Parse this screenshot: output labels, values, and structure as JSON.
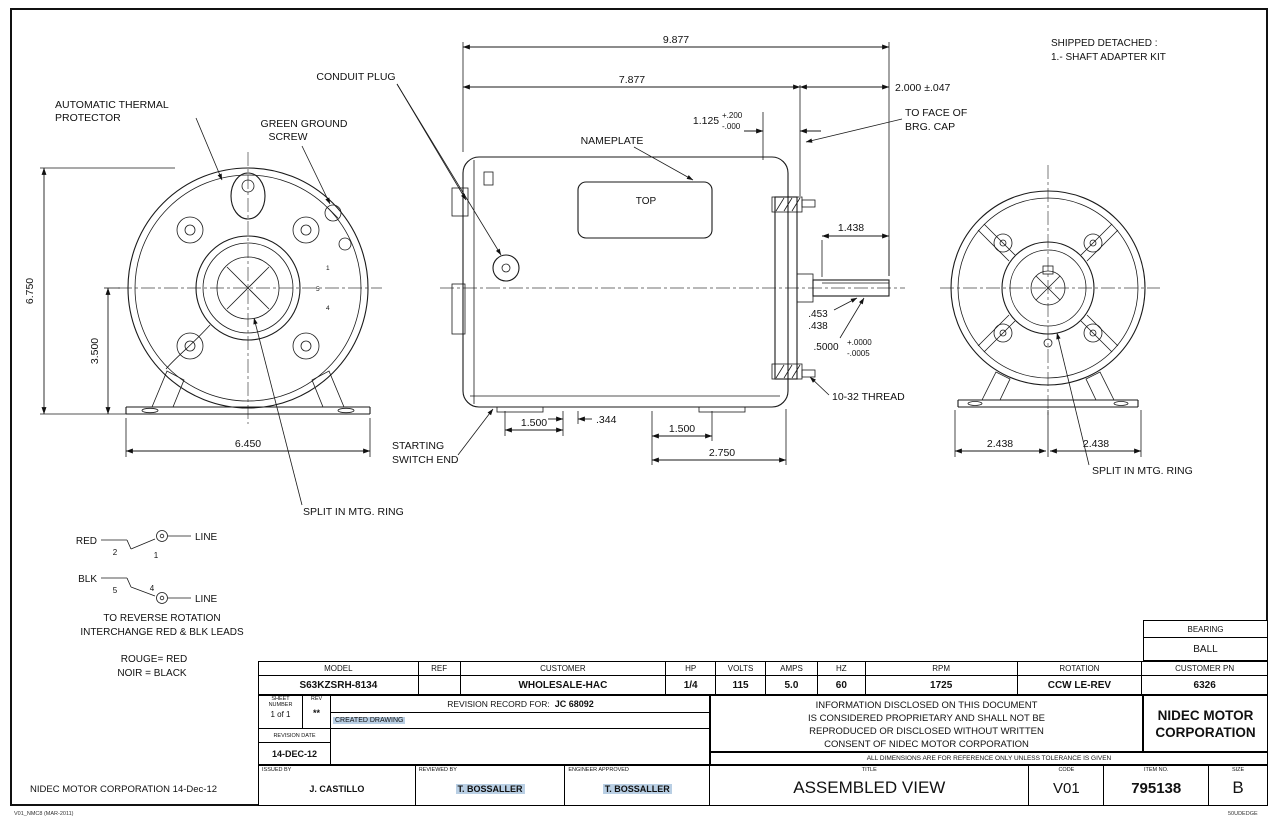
{
  "front_view": {
    "thermal_l1": "AUTOMATIC THERMAL",
    "thermal_l2": "PROTECTOR",
    "ground_l1": "GREEN GROUND",
    "ground_l2": "SCREW",
    "split_ring": "SPLIT IN MTG. RING",
    "dim_height": "6.750",
    "dim_center_height": "3.500",
    "dim_width": "6.450",
    "terminal_1": "1",
    "terminal_5": "5",
    "terminal_4": "4"
  },
  "side_view": {
    "conduit_plug": "CONDUIT PLUG",
    "nameplate": "NAMEPLATE",
    "top_marking": "TOP",
    "switch_l1": "STARTING",
    "switch_l2": "SWITCH END",
    "dim_overall": "9.877",
    "dim_body": "7.877",
    "dim_shaft_ext": "2.000 ±.047",
    "dim_hub": "1.125",
    "dim_hub_plus": "+.200",
    "dim_hub_minus": "-.000",
    "face_l1": "TO FACE OF",
    "face_l2": "BRG. CAP",
    "dim_flat": "1.438",
    "dim_453": ".453",
    "dim_438": ".438",
    "dim_shaft_dia": ".5000",
    "dim_shaft_plus": "+.0000",
    "dim_shaft_minus": "-.0005",
    "thread_note": "10-32 THREAD",
    "dim_foot_a": "1.500",
    "dim_slot": ".344",
    "dim_foot_b": "1.500",
    "dim_foot_span": "2.750"
  },
  "rear_view": {
    "shipped_l1": "SHIPPED DETACHED :",
    "shipped_l2": "1.- SHAFT ADAPTER KIT",
    "dim_left": "2.438",
    "dim_right": "2.438",
    "split_ring": "SPLIT IN MTG. RING"
  },
  "wiring": {
    "red_label": "RED",
    "blk_label": "BLK",
    "line_top": "LINE",
    "line_bottom": "LINE",
    "term_2": "2",
    "term_1": "1",
    "term_5": "5",
    "term_4": "4",
    "note_l1": "TO REVERSE ROTATION",
    "note_l2": "INTERCHANGE RED & BLK LEADS",
    "legend_l1": "ROUGE= RED",
    "legend_l2": "NOIR = BLACK"
  },
  "title_block": {
    "bearing_label": "BEARING",
    "bearing_value": "BALL",
    "headers": [
      "MODEL",
      "REF",
      "CUSTOMER",
      "HP",
      "VOLTS",
      "AMPS",
      "HZ",
      "RPM",
      "ROTATION",
      "CUSTOMER PN"
    ],
    "values": [
      "S63KZSRH-8134",
      "",
      "WHOLESALE-HAC",
      "1/4",
      "115",
      "5.0",
      "60",
      "1725",
      "CCW LE-REV",
      "6326"
    ],
    "sheet_label_l1": "SHEET",
    "sheet_label_l2": "NUMBER",
    "sheet_value": "1 of 1",
    "rev_label": "REV",
    "rev_value": "**",
    "revision_record_label": "REVISION RECORD FOR:",
    "revision_record_value": "JC 68092",
    "revision_note": "CREATED DRAWING",
    "revision_date_label": "REVISION DATE",
    "revision_date_value": "14-DEC-12",
    "proprietary_l1": "INFORMATION DISCLOSED ON THIS DOCUMENT",
    "proprietary_l2": "IS CONSIDERED PROPRIETARY AND SHALL NOT BE",
    "proprietary_l3": "REPRODUCED OR DISCLOSED WITHOUT WRITTEN",
    "proprietary_l4": "CONSENT OF NIDEC MOTOR CORPORATION",
    "company_l1": "NIDEC MOTOR",
    "company_l2": "CORPORATION",
    "tolerance_note": "ALL DIMENSIONS ARE FOR REFERENCE ONLY UNLESS TOLERANCE IS GIVEN",
    "issued_by_label": "ISSUED BY",
    "issued_by": "J. CASTILLO",
    "reviewed_by_label": "REVIEWED BY",
    "reviewed_by": "T. BOSSALLER",
    "approved_label": "ENGINEER APPROVED",
    "approved_by": "T. BOSSALLER",
    "title_label": "TITLE",
    "title_value": "ASSEMBLED VIEW",
    "code_label": "CODE",
    "code_value": "V01",
    "item_label": "ITEM NO.",
    "item_value": "795138",
    "size_label": "SIZE",
    "size_value": "B"
  },
  "footer": {
    "left_note": "NIDEC MOTOR CORPORATION 14-Dec-12",
    "form_code": "V01_NMC8 (MAR-2011)",
    "edge_code": "50UDEDGE"
  }
}
